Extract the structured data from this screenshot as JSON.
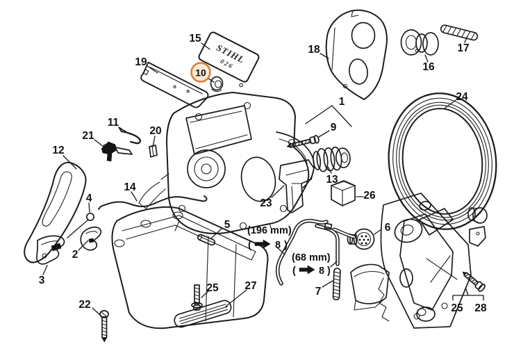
{
  "diagram": {
    "kind": "exploded-parts-diagram",
    "subject": "chainsaw motor housing and handle assembly",
    "brand_plate": {
      "line1": "STIHL",
      "line2": "026"
    },
    "colors": {
      "line": "#1c1c1c",
      "highlight_ring": "#dd7c3e",
      "highlight_fill": "#fbe8d1",
      "sticker_fill": "#f2e93c"
    },
    "labels": {
      "n1": "1",
      "n2": "2",
      "n3": "3",
      "n4": "4",
      "n5": "5",
      "n6": "6",
      "n7": "7",
      "n8": "8",
      "n9": "9",
      "n10": "10",
      "n11": "11",
      "n12": "12",
      "n13": "13",
      "n14": "14",
      "n15": "15",
      "n16": "16",
      "n17": "17",
      "n18": "18",
      "n19": "19",
      "n20": "20",
      "n21": "21",
      "n22": "22",
      "n23": "23",
      "n24": "24",
      "n25": "25",
      "n26": "26",
      "n27": "27",
      "n28": "28"
    },
    "annotations": {
      "hose_long": {
        "length": "(196 mm)",
        "open": "(",
        "ref": "8",
        "close": ")"
      },
      "hose_short": {
        "length": "(68 mm)",
        "open": "(",
        "ref": "8",
        "close": ")"
      }
    }
  }
}
